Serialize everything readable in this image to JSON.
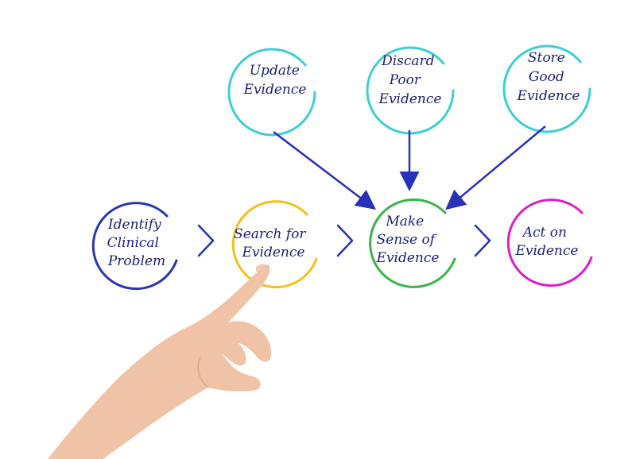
{
  "colors": {
    "text": "#1a1f7a",
    "arrow": "#2732b8",
    "chevron": "#2732b8",
    "top_circles": "#3ccfd6",
    "identify": "#2a36b8",
    "search": "#f2c21a",
    "make_sense": "#39b54a",
    "act": "#e01cc8",
    "skin": "#f0c2a6"
  },
  "nodes": {
    "update": {
      "lines": [
        "Update",
        "Evidence"
      ]
    },
    "discard": {
      "lines": [
        "Discard",
        "Poor",
        "Evidence"
      ]
    },
    "store": {
      "lines": [
        "Store",
        "Good",
        "Evidence"
      ]
    },
    "identify": {
      "lines": [
        "Identify",
        "Clinical",
        "Problem"
      ]
    },
    "search": {
      "lines": [
        "Search for",
        "Evidence"
      ]
    },
    "make_sense": {
      "lines": [
        "Make",
        "Sense of",
        "Evidence"
      ]
    },
    "act": {
      "lines": [
        "Act on",
        "Evidence"
      ]
    }
  }
}
